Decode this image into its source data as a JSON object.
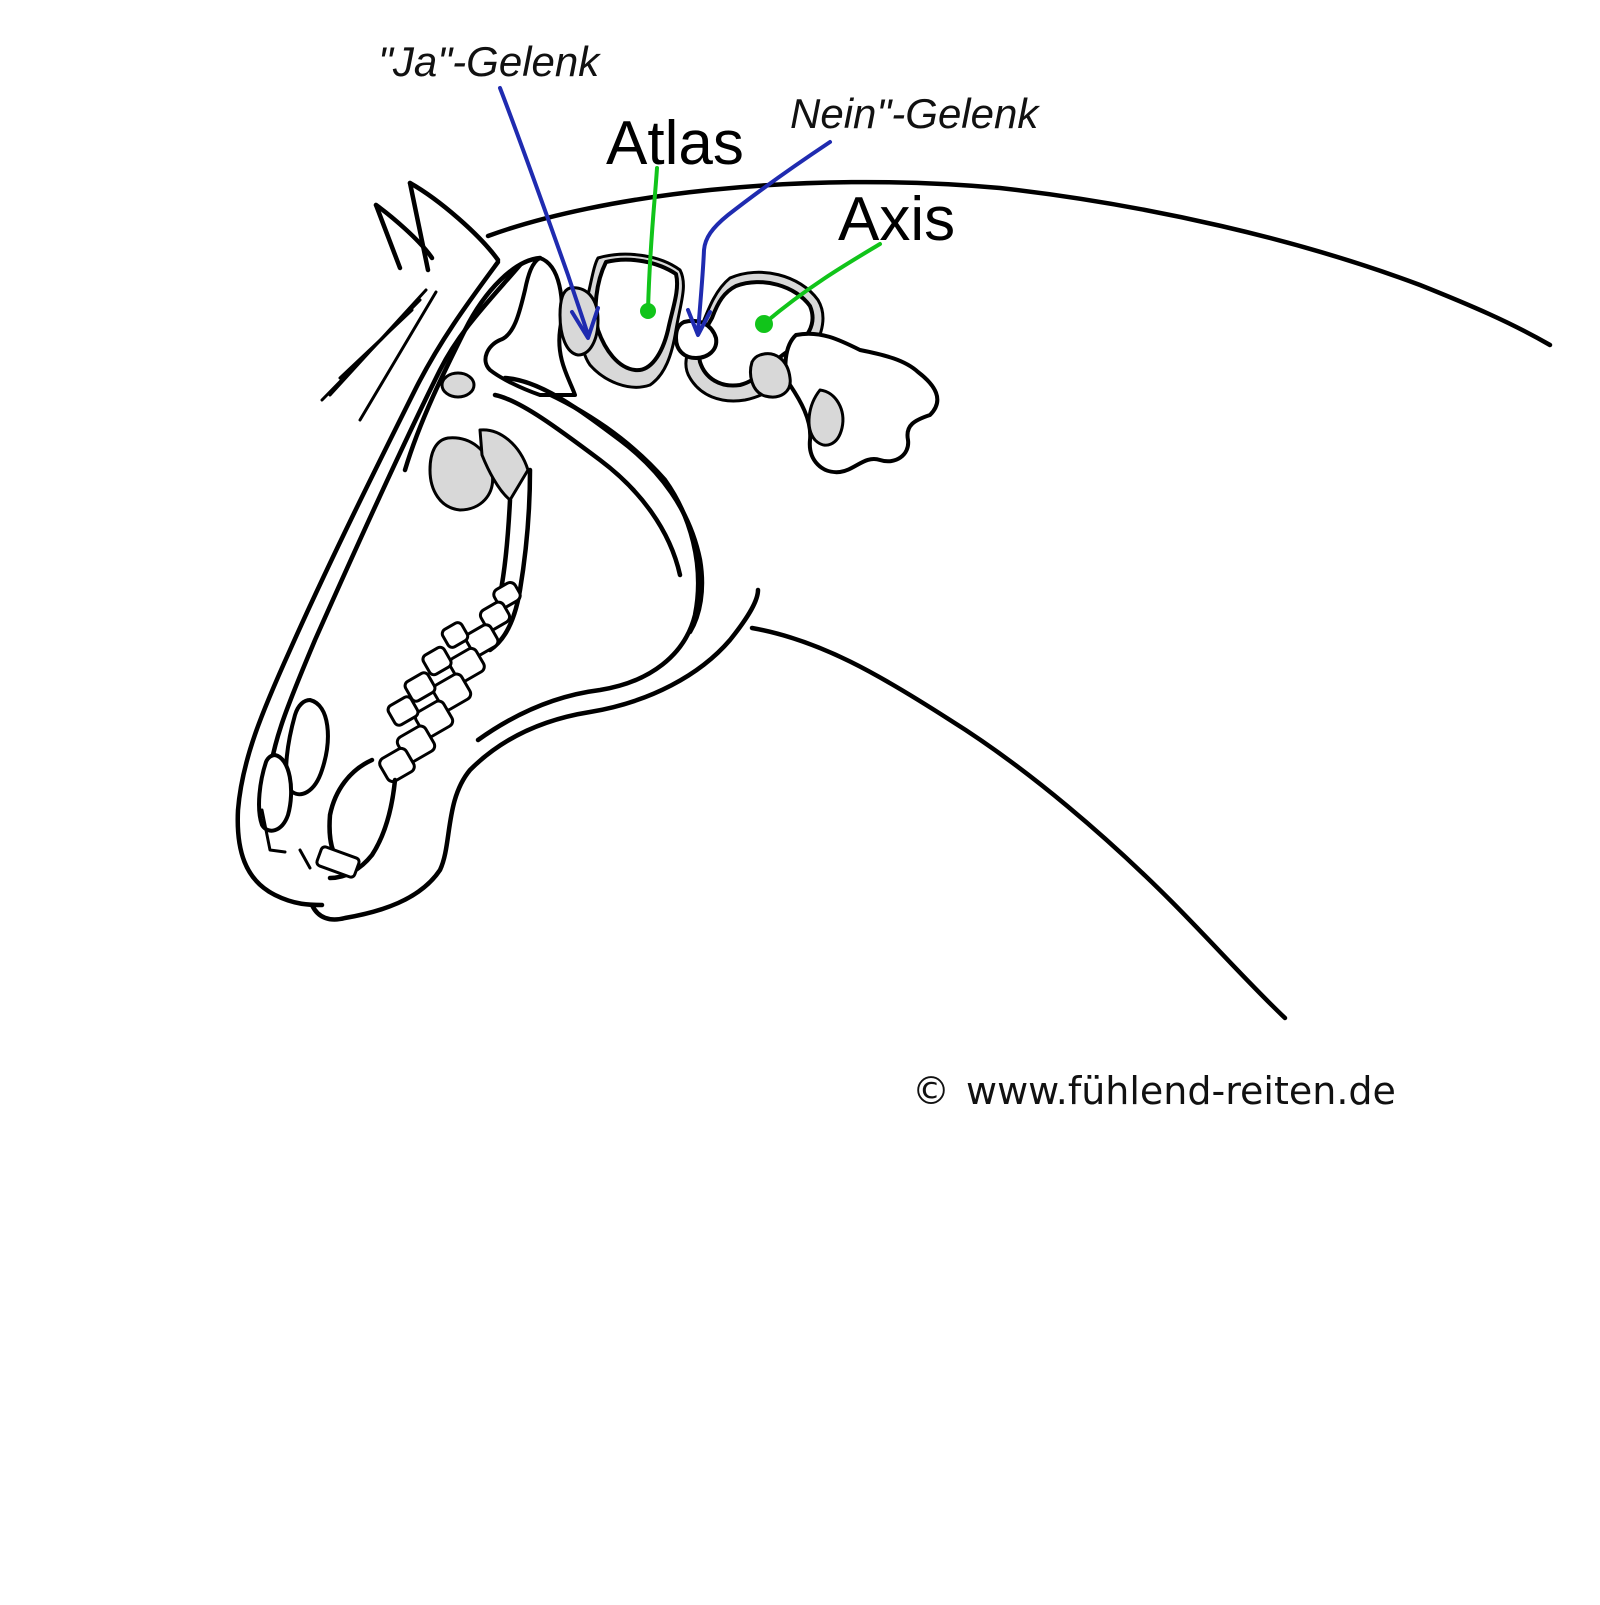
{
  "labels": {
    "ja_joint": "\"Ja\"-Gelenk",
    "nein_joint": "Nein\"-Gelenk",
    "atlas": "Atlas",
    "axis": "Axis"
  },
  "footer": {
    "copyright_symbol": "©",
    "url": "www.fühlend-reiten.de"
  },
  "colors": {
    "joint_arrow": "#1f2bb0",
    "bone_leader": "#11c41a",
    "line": "#000000",
    "background": "#ffffff"
  }
}
